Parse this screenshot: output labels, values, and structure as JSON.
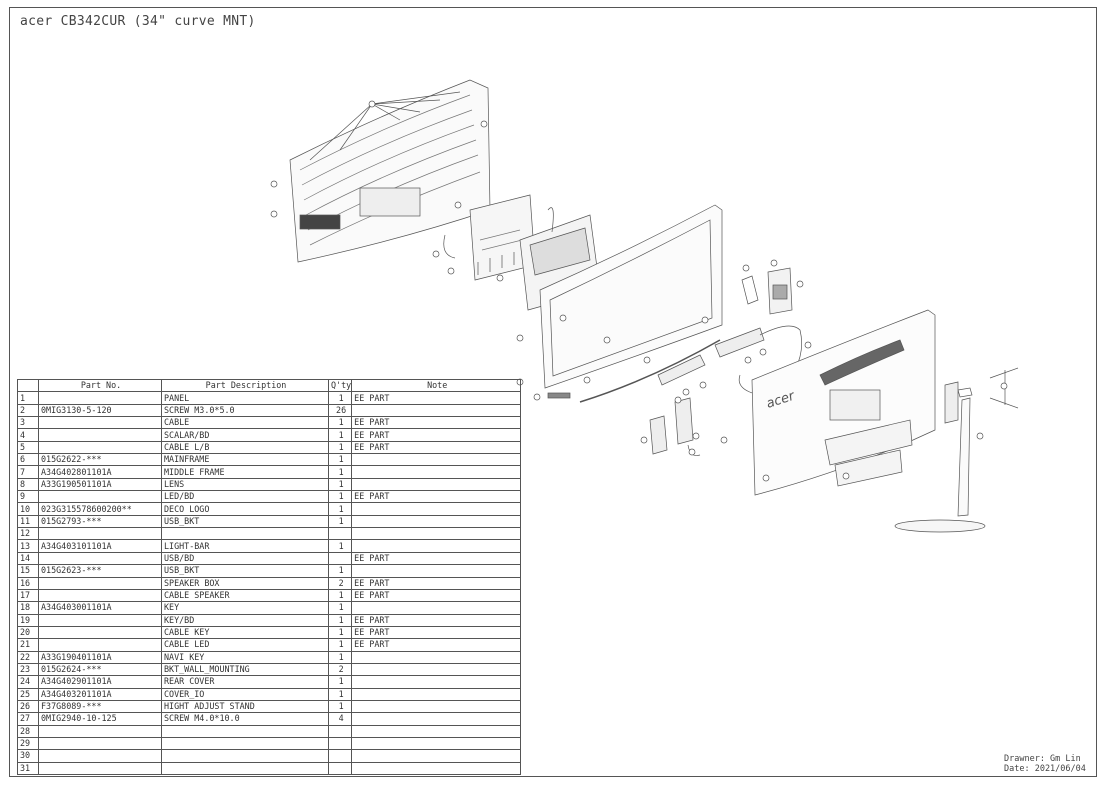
{
  "title": "acer CB342CUR (34\" curve MNT)",
  "table": {
    "headers": [
      "",
      "Part No.",
      "Part Description",
      "Q'ty",
      "Note"
    ],
    "rows": [
      [
        "1",
        "",
        "PANEL",
        "1",
        "EE PART"
      ],
      [
        "2",
        "0MIG3130-5-120",
        "SCREW M3.0*5.0",
        "26",
        ""
      ],
      [
        "3",
        "",
        "CABLE",
        "1",
        "EE PART"
      ],
      [
        "4",
        "",
        "SCALAR/BD",
        "1",
        "EE PART"
      ],
      [
        "5",
        "",
        "CABLE L/B",
        "1",
        "EE PART"
      ],
      [
        "6",
        "015G2622-***",
        "MAINFRAME",
        "1",
        ""
      ],
      [
        "7",
        "A34G402801101A",
        "MIDDLE FRAME",
        "1",
        ""
      ],
      [
        "8",
        "A33G190501101A",
        "LENS",
        "1",
        ""
      ],
      [
        "9",
        "",
        "LED/BD",
        "1",
        "EE PART"
      ],
      [
        "10",
        "023G315578600200**",
        "DECO LOGO",
        "1",
        ""
      ],
      [
        "11",
        "015G2793-***",
        "USB_BKT",
        "1",
        ""
      ],
      [
        "12",
        "",
        "",
        "",
        ""
      ],
      [
        "13",
        "A34G403101101A",
        "LIGHT-BAR",
        "1",
        ""
      ],
      [
        "14",
        "",
        "USB/BD",
        "",
        "EE PART"
      ],
      [
        "15",
        "015G2623-***",
        "USB_BKT",
        "1",
        ""
      ],
      [
        "16",
        "",
        "SPEAKER BOX",
        "2",
        "EE PART"
      ],
      [
        "17",
        "",
        "CABLE SPEAKER",
        "1",
        "EE PART"
      ],
      [
        "18",
        "A34G403001101A",
        "KEY",
        "1",
        ""
      ],
      [
        "19",
        "",
        "KEY/BD",
        "1",
        "EE PART"
      ],
      [
        "20",
        "",
        "CABLE KEY",
        "1",
        "EE PART"
      ],
      [
        "21",
        "",
        "CABLE LED",
        "1",
        "EE PART"
      ],
      [
        "22",
        "A33G190401101A",
        "NAVI KEY",
        "1",
        ""
      ],
      [
        "23",
        "015G2624-***",
        "BKT_WALL_MOUNTING",
        "2",
        ""
      ],
      [
        "24",
        "A34G402901101A",
        "REAR COVER",
        "1",
        ""
      ],
      [
        "25",
        "A34G403201101A",
        "COVER_IO",
        "1",
        ""
      ],
      [
        "26",
        "F37G8089-***",
        "HIGHT ADJUST STAND",
        "1",
        ""
      ],
      [
        "27",
        "0MIG2940-10-125",
        "SCREW M4.0*10.0",
        "4",
        ""
      ],
      [
        "28",
        "",
        "",
        "",
        ""
      ],
      [
        "29",
        "",
        "",
        "",
        ""
      ],
      [
        "30",
        "",
        "",
        "",
        ""
      ],
      [
        "31",
        "",
        "",
        "",
        ""
      ]
    ]
  },
  "drawer": {
    "line1": "Drawner: Gm Lin",
    "line2": "Date: 2021/06/04"
  },
  "logo_text": "acer"
}
